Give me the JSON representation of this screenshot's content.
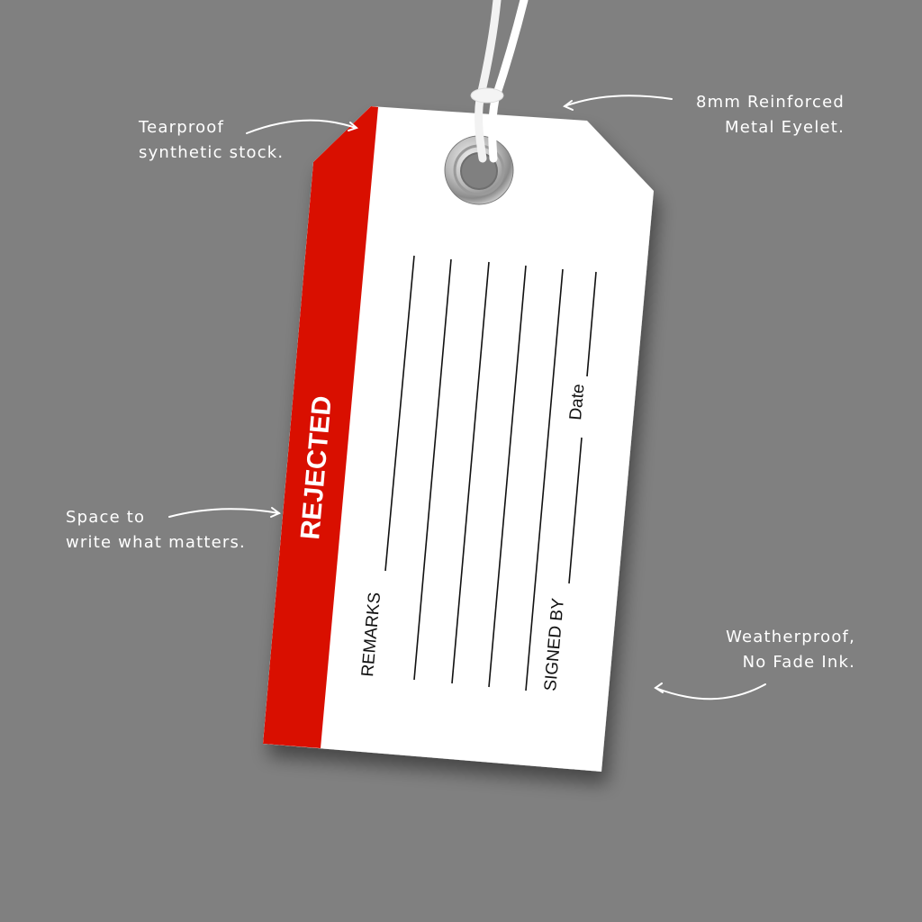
{
  "background_color": "#808080",
  "tag": {
    "status_label": "REJECTED",
    "band_color": "#d90f00",
    "card_color": "#ffffff",
    "fields": {
      "remarks": "REMARKS",
      "signed_by": "SIGNED BY",
      "date": "Date"
    },
    "eyelet": "metal-eyelet",
    "string": "white-string"
  },
  "callouts": [
    {
      "id": "tearproof",
      "lines": [
        "Tearproof",
        "synthetic stock."
      ]
    },
    {
      "id": "eyelet",
      "lines": [
        "8mm Reinforced",
        "Metal Eyelet."
      ]
    },
    {
      "id": "space",
      "lines": [
        "Space to",
        "write what matters."
      ]
    },
    {
      "id": "weather",
      "lines": [
        "Weatherproof,",
        "No Fade Ink."
      ]
    }
  ]
}
